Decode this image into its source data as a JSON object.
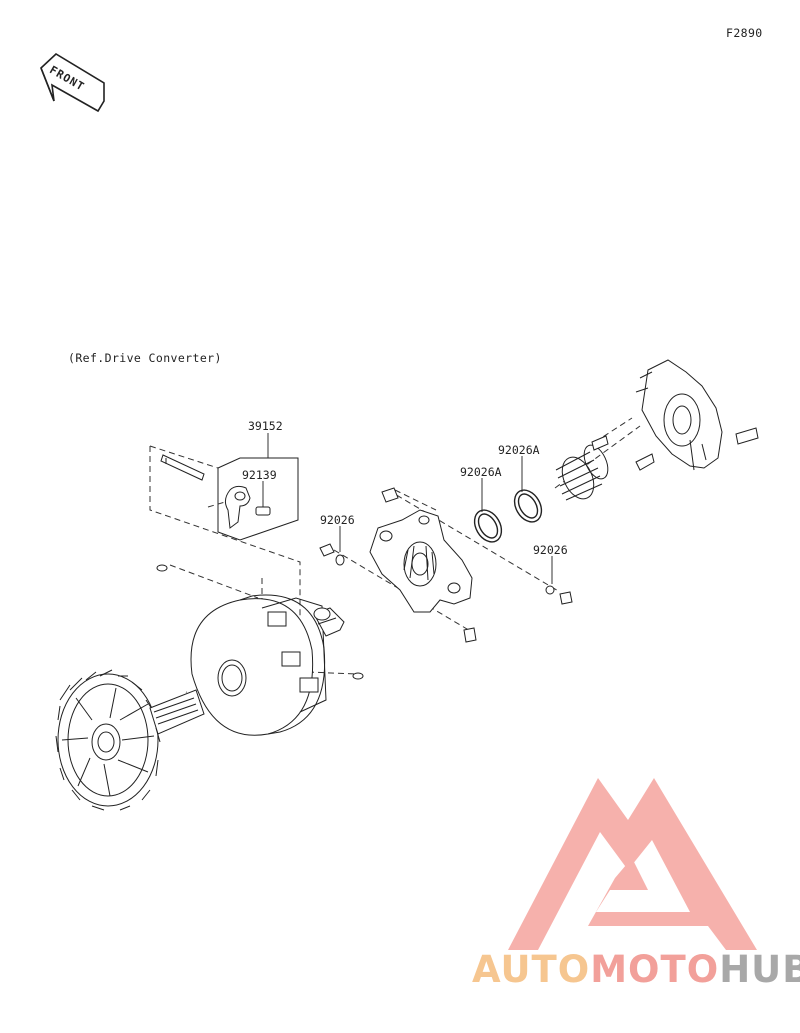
{
  "figure_code": "F2890",
  "front_label": "FRONT",
  "reference_note": "(Ref.Drive Converter)",
  "part_labels": {
    "p39152": "39152",
    "p92139": "92139",
    "p92026_left": "92026",
    "p92026A_left": "92026A",
    "p92026A_right": "92026A",
    "p92026_right": "92026"
  },
  "watermark": {
    "part1": "AUTO",
    "part2": "MOTO",
    "part3": "HUB",
    "colors": {
      "auto": "#f6c690",
      "moto": "#f2a09a",
      "hub": "#a8a8a8",
      "logo": "#f4a39d"
    }
  }
}
